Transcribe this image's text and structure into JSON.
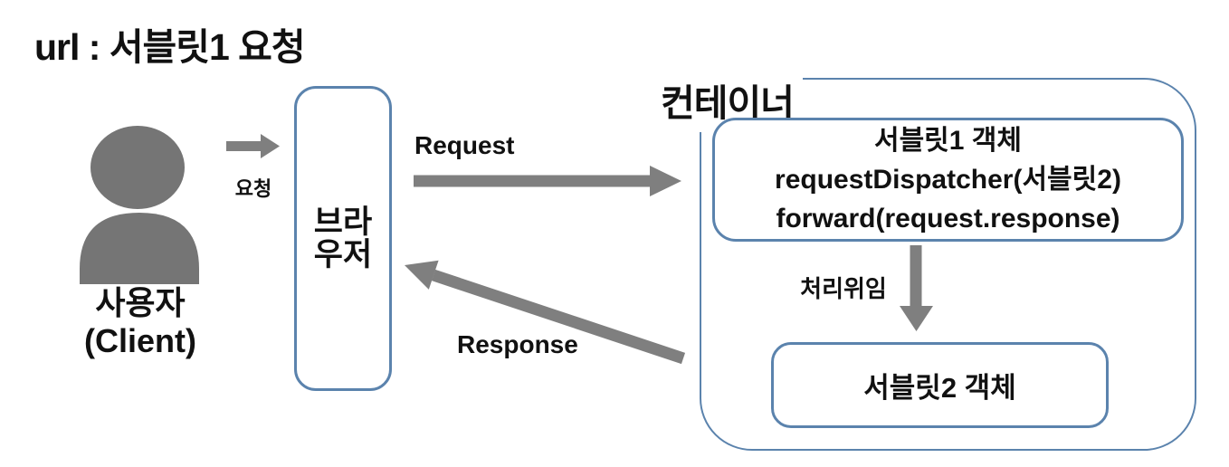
{
  "title": "url : 서블릿1 요청",
  "client": {
    "icon": "person-icon",
    "label_line1": "사용자",
    "label_line2": "(Client)"
  },
  "browser": {
    "label_line1": "브라",
    "label_line2": "우저"
  },
  "flows": {
    "request_small": {
      "label": "요청",
      "icon": "right-arrow-icon"
    },
    "request": {
      "label": "Request",
      "icon": "right-arrow-icon"
    },
    "response": {
      "label": "Response",
      "icon": "up-left-arrow-icon"
    },
    "delegate": {
      "label": "처리위임",
      "icon": "down-arrow-icon"
    }
  },
  "container": {
    "label": "컨테이너",
    "servlet1": {
      "line1": "서블릿1 객체",
      "line2": "requestDispatcher(서블릿2)",
      "line3": "forward(request.response)"
    },
    "servlet2": {
      "label": "서블릿2 객체"
    }
  },
  "colors": {
    "box_border_blue": "#5b83ad",
    "arrow_gray": "#7f7f7f",
    "person_gray": "#757575",
    "text": "#111111",
    "background": "#ffffff"
  }
}
